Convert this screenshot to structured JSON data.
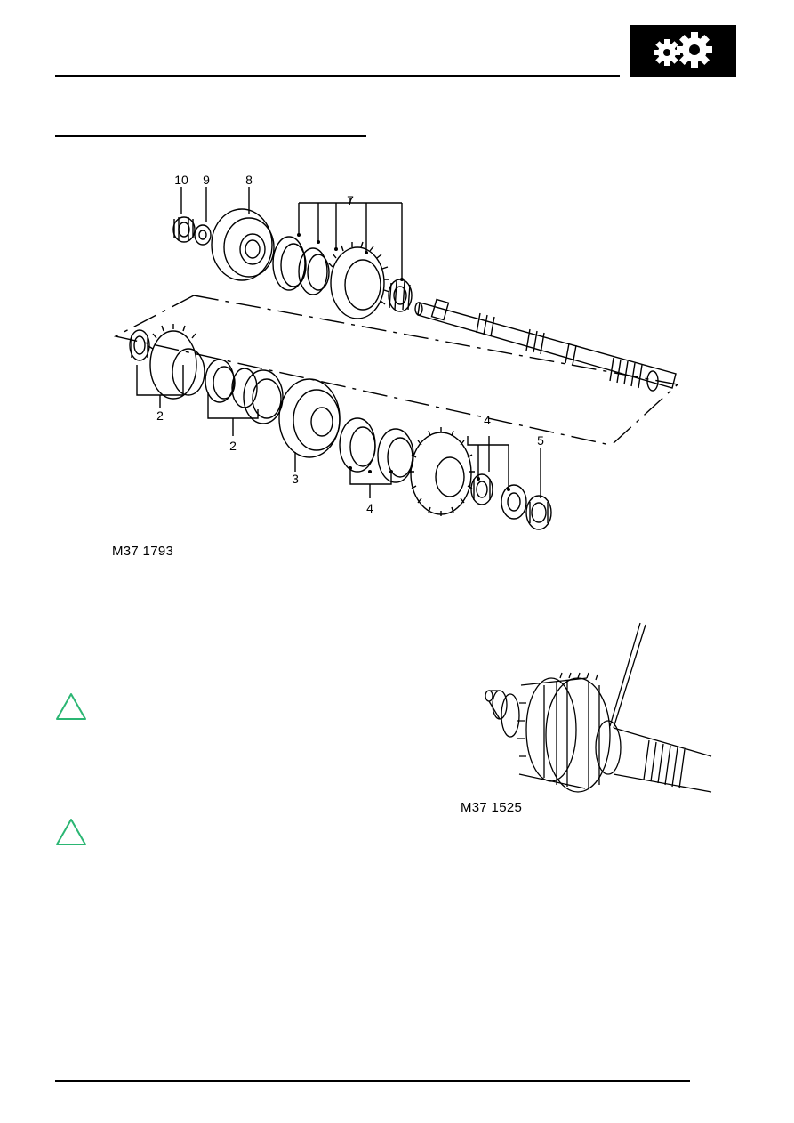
{
  "header": {
    "icon": "gears-icon",
    "box_color": "#000000"
  },
  "figure_1": {
    "code": "M37 1793",
    "callouts": [
      "10",
      "9",
      "8",
      "7",
      "2",
      "2",
      "3",
      "4",
      "4",
      "5"
    ]
  },
  "figure_2": {
    "code": "M37 1525"
  },
  "cautions": [
    {
      "icon": "caution-triangle-icon",
      "color": "#2bb673"
    },
    {
      "icon": "caution-triangle-icon",
      "color": "#2bb673"
    }
  ]
}
